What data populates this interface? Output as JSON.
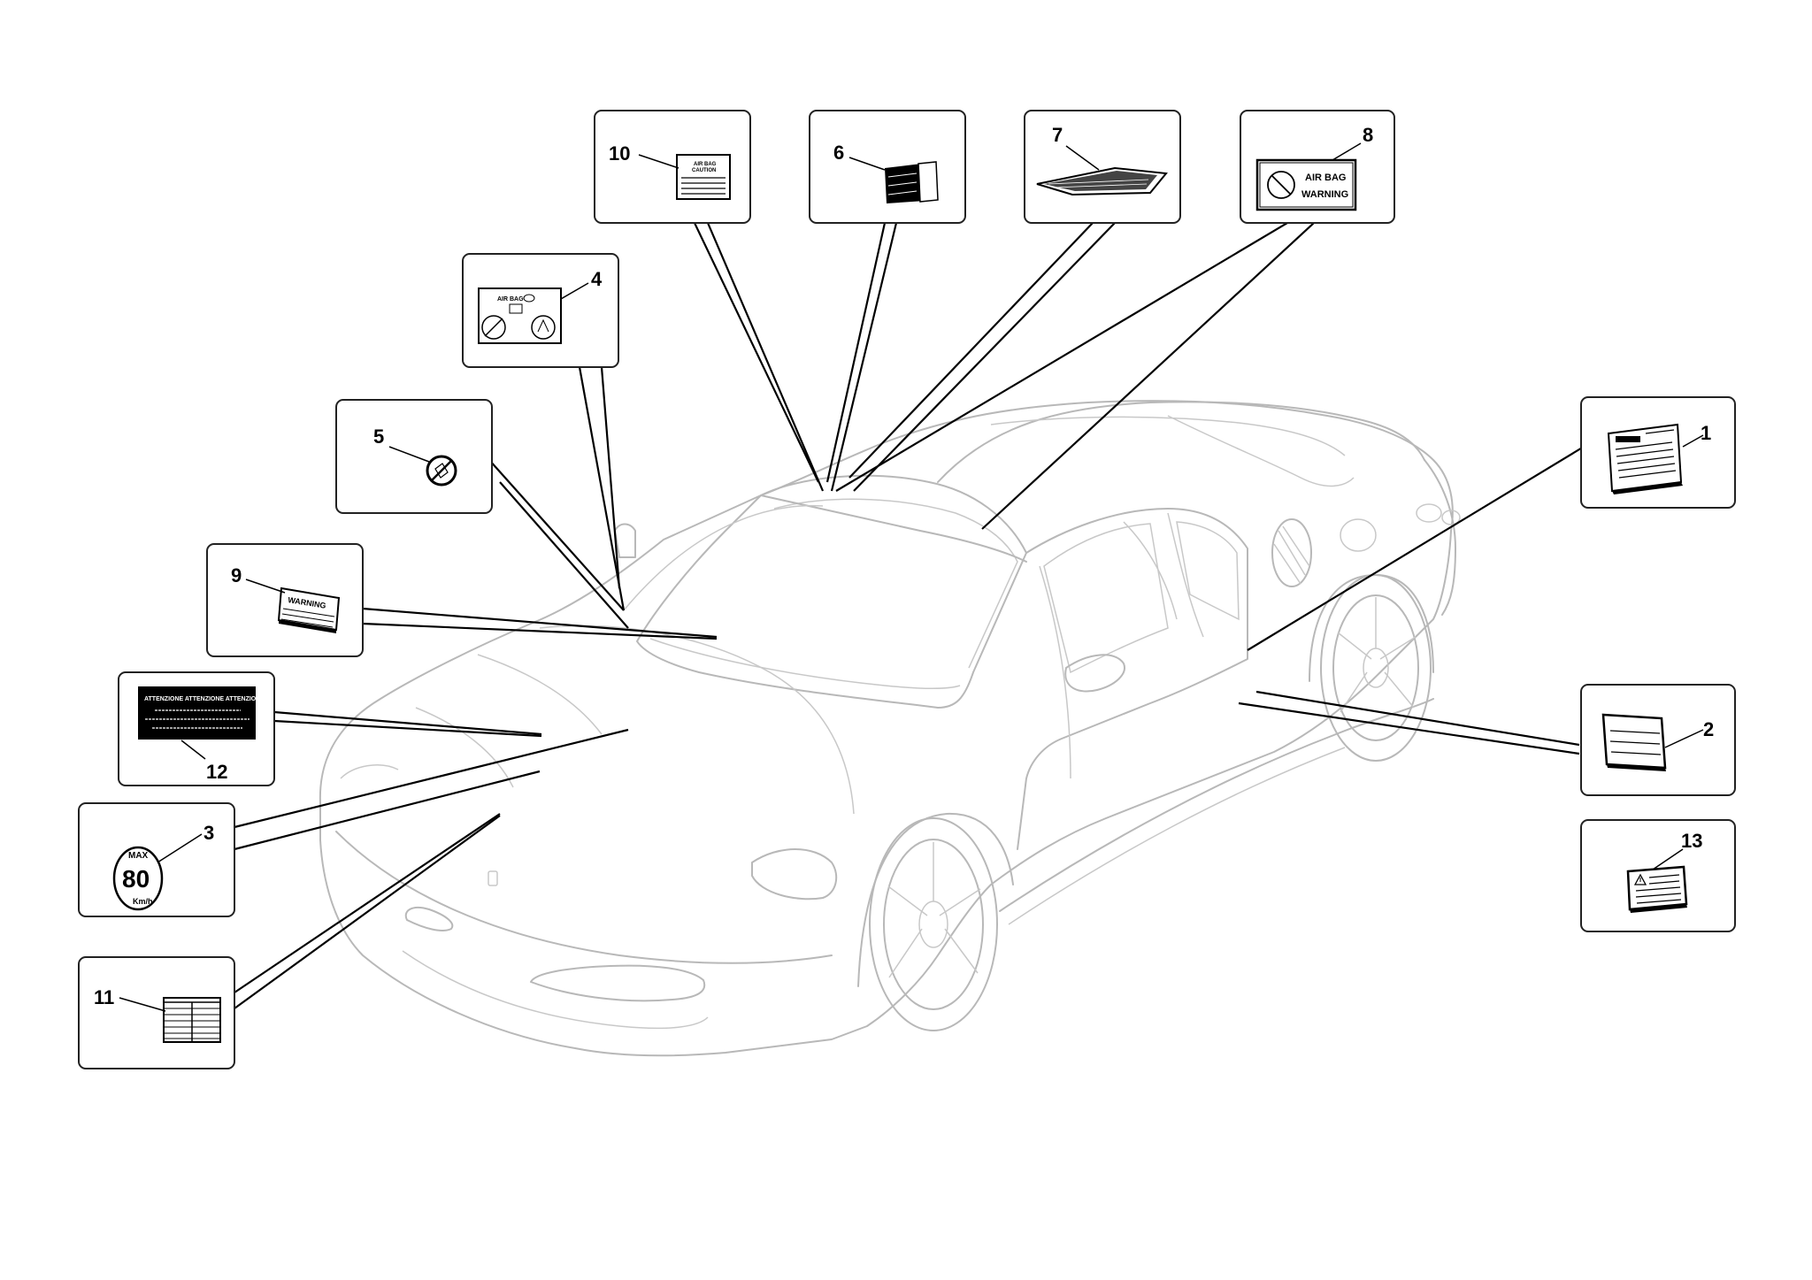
{
  "callouts": [
    {
      "id": "1",
      "label": "1"
    },
    {
      "id": "2",
      "label": "2"
    },
    {
      "id": "3",
      "label": "3"
    },
    {
      "id": "4",
      "label": "4"
    },
    {
      "id": "5",
      "label": "5"
    },
    {
      "id": "6",
      "label": "6"
    },
    {
      "id": "7",
      "label": "7"
    },
    {
      "id": "8",
      "label": "8"
    },
    {
      "id": "9",
      "label": "9"
    },
    {
      "id": "10",
      "label": "10"
    },
    {
      "id": "11",
      "label": "11"
    },
    {
      "id": "12",
      "label": "12"
    },
    {
      "id": "13",
      "label": "13"
    }
  ],
  "labels": {
    "airbag_caution_line1": "AIR BAG",
    "airbag_caution_line2": "CAUTION",
    "airbag_warning_line1": "AIR BAG",
    "airbag_warning_line2": "WARNING",
    "airbag_4": "AIR BAG",
    "warning_9": "WARNING",
    "attenzione": "ATTENZIONE  ATTENZIONE  ATTENZIONE",
    "speed_max": "MAX",
    "speed_value": "80",
    "speed_unit": "Km/h"
  },
  "colors": {
    "car_outline": "#b8b8b8",
    "leader_line": "#000000",
    "box_border": "#222222"
  }
}
